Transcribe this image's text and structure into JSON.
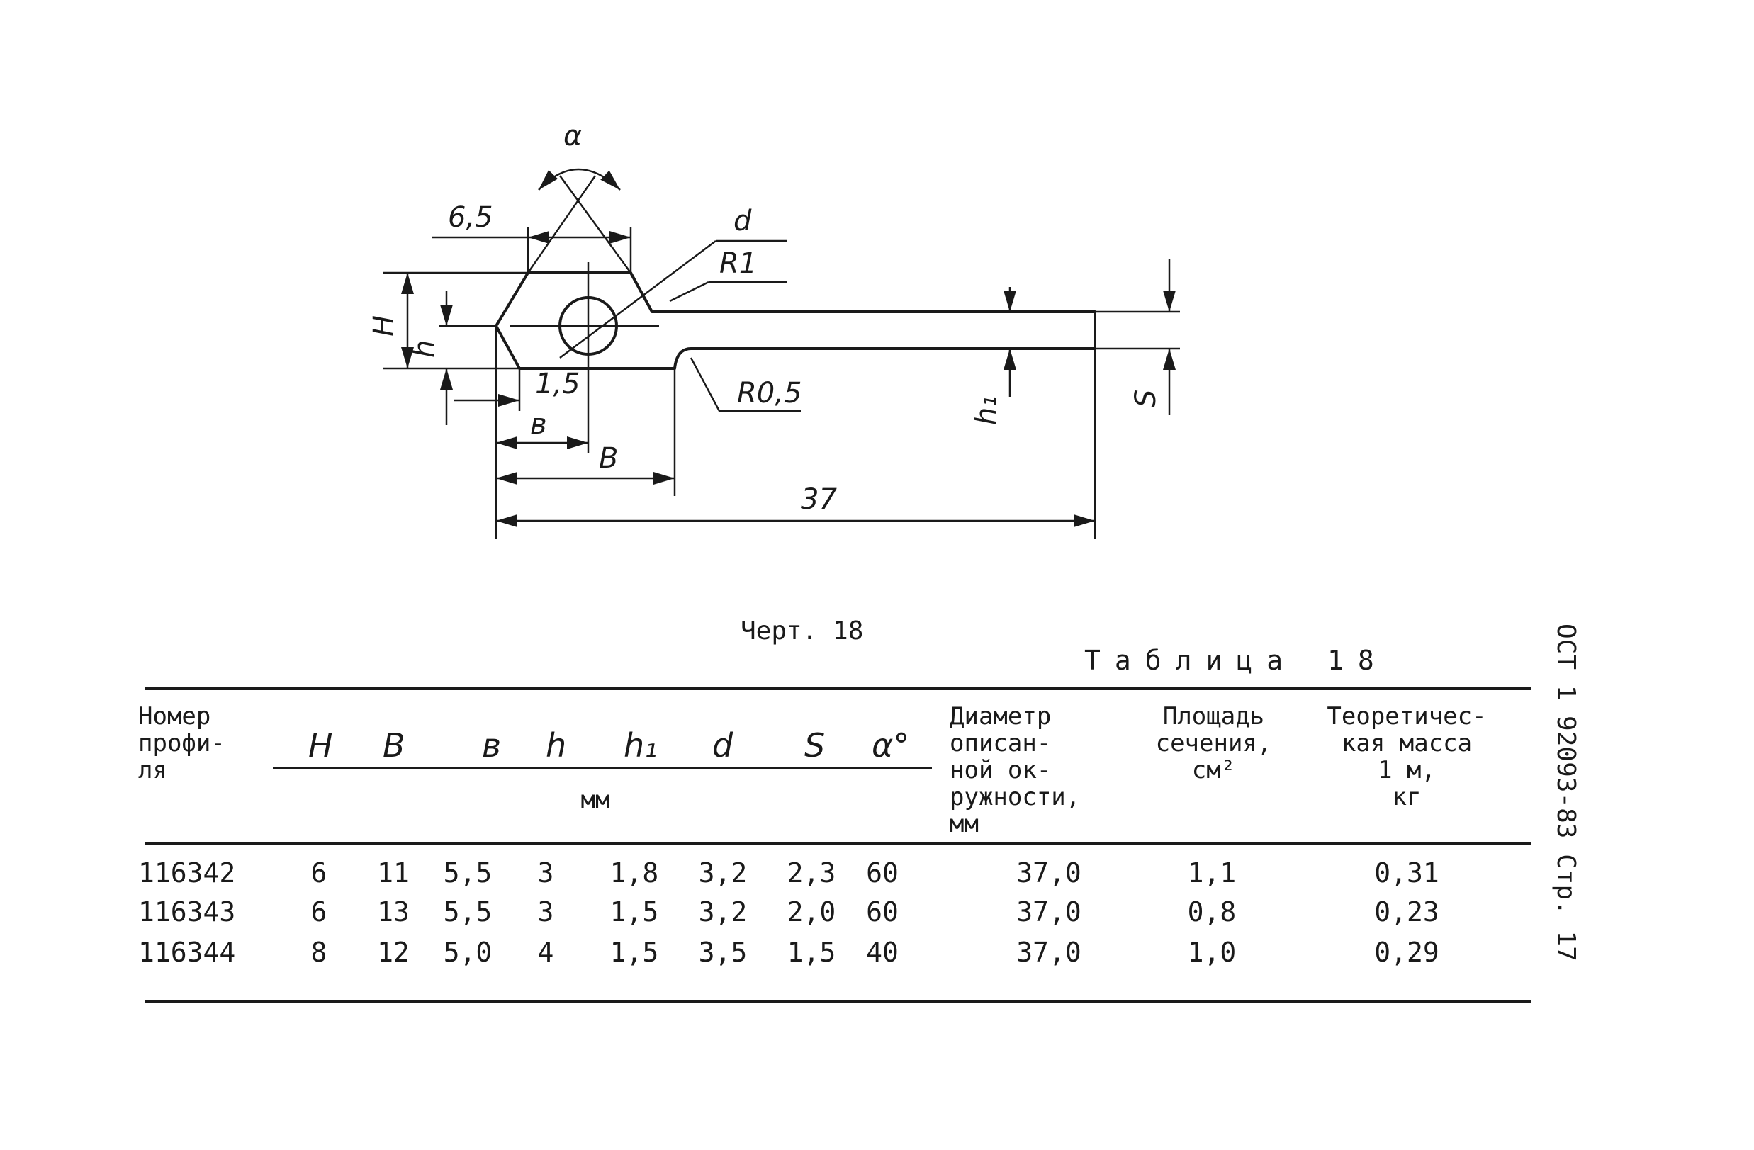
{
  "drawing": {
    "dims": {
      "alpha": "α",
      "w65": "6,5",
      "d": "d",
      "r1": "R1",
      "H": "H",
      "h": "h",
      "d15": "1,5",
      "b": "в",
      "B": "B",
      "r05": "R0,5",
      "h1": "h₁",
      "S": "S",
      "len37": "37"
    }
  },
  "caption": "Черт. 18",
  "table_title": "Таблица 18",
  "side_text": "ОСТ 1 92093-83 Стр. 17",
  "table": {
    "col_profile": "Номер\nпрофи-\nля",
    "symbols": [
      "H",
      "B",
      "в",
      "h",
      "h₁",
      "d",
      "S",
      "α°"
    ],
    "unit_mm": "мм",
    "col_diameter": "Диаметр\nописан-\nной ок-\nружности,\nмм",
    "col_area": "Площадь\nсечения,\nсм²",
    "col_mass": "Теоретичес-\nкая масса\n1 м,\nкг",
    "rows": [
      [
        "116342",
        "6",
        "11",
        "5,5",
        "3",
        "1,8",
        "3,2",
        "2,3",
        "60",
        "37,0",
        "1,1",
        "0,31"
      ],
      [
        "116343",
        "6",
        "13",
        "5,5",
        "3",
        "1,5",
        "3,2",
        "2,0",
        "60",
        "37,0",
        "0,8",
        "0,23"
      ],
      [
        "116344",
        "8",
        "12",
        "5,0",
        "4",
        "1,5",
        "3,5",
        "1,5",
        "40",
        "37,0",
        "1,0",
        "0,29"
      ]
    ]
  }
}
